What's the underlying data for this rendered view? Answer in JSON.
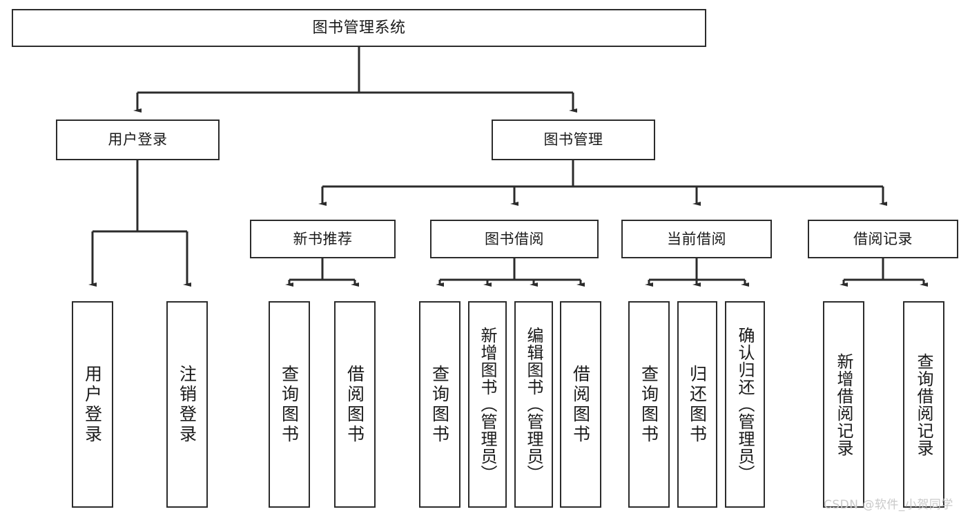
{
  "diagram": {
    "type": "tree",
    "title": "图书管理系统",
    "orientation": "top-down",
    "colors": {
      "box_border": "#2b2b2b",
      "box_fill": "#ffffff",
      "connector": "#2b2b2b",
      "text": "#1a1a1a",
      "watermark": "#c9c9c9",
      "background": "#ffffff"
    },
    "nodes": {
      "root": {
        "label": "图书管理系统",
        "level": 0
      },
      "l1": [
        {
          "id": "user_login",
          "label": "用户登录",
          "level": 1
        },
        {
          "id": "book_mgmt",
          "label": "图书管理",
          "level": 1
        }
      ],
      "l2": [
        {
          "id": "new_book_rec",
          "label": "新书推荐",
          "level": 2,
          "parent": "book_mgmt"
        },
        {
          "id": "book_borrow",
          "label": "图书借阅",
          "level": 2,
          "parent": "book_mgmt"
        },
        {
          "id": "current_borrow",
          "label": "当前借阅",
          "level": 2,
          "parent": "book_mgmt"
        },
        {
          "id": "borrow_record",
          "label": "借阅记录",
          "level": 2,
          "parent": "book_mgmt"
        }
      ],
      "leaves": [
        {
          "id": "leaf_user_login",
          "label": "用户登录",
          "parent": "user_login"
        },
        {
          "id": "leaf_logout",
          "label": "注销登录",
          "parent": "user_login"
        },
        {
          "id": "leaf_query_books_1",
          "label": "查询图书",
          "parent": "new_book_rec"
        },
        {
          "id": "leaf_borrow_books_1",
          "label": "借阅图书",
          "parent": "new_book_rec"
        },
        {
          "id": "leaf_query_books_2",
          "label": "查询图书",
          "parent": "book_borrow"
        },
        {
          "id": "leaf_add_book",
          "label": "新增图书（管理员）",
          "parent": "book_borrow"
        },
        {
          "id": "leaf_edit_book",
          "label": "编辑图书（管理员）",
          "parent": "book_borrow"
        },
        {
          "id": "leaf_borrow_books_2",
          "label": "借阅图书",
          "parent": "book_borrow"
        },
        {
          "id": "leaf_query_books_3",
          "label": "查询图书",
          "parent": "current_borrow"
        },
        {
          "id": "leaf_return_book",
          "label": "归还图书",
          "parent": "current_borrow"
        },
        {
          "id": "leaf_confirm_return",
          "label": "确认归还（管理员）",
          "parent": "current_borrow"
        },
        {
          "id": "leaf_add_record",
          "label": "新增借阅记录",
          "parent": "borrow_record"
        },
        {
          "id": "leaf_query_record",
          "label": "查询借阅记录",
          "parent": "borrow_record"
        }
      ]
    }
  },
  "watermark": {
    "text": "CSDN @软件_小贺同学"
  }
}
